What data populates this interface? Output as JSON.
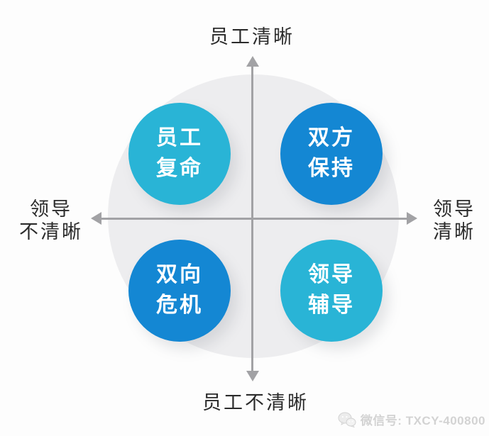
{
  "diagram": {
    "axis_labels": {
      "top": "员工清晰",
      "bottom": "员工不清晰",
      "left_line1": "领导",
      "left_line2": "不清晰",
      "right_line1": "领导",
      "right_line2": "清晰"
    },
    "quadrants": [
      {
        "position": "top-left",
        "line1": "员工",
        "line2": "复命",
        "color": "#29b4d6"
      },
      {
        "position": "top-right",
        "line1": "双方",
        "line2": "保持",
        "color": "#1487d3"
      },
      {
        "position": "bottom-left",
        "line1": "双向",
        "line2": "危机",
        "color": "#1487d3"
      },
      {
        "position": "bottom-right",
        "line1": "领导",
        "line2": "辅导",
        "color": "#29b4d6"
      }
    ],
    "colors": {
      "cyan_bubble": "#29b4d6",
      "blue_bubble": "#1487d3",
      "axis_gray": "#a2a2a5",
      "background_disc": "#ededef",
      "label_text": "#2b2b2b"
    }
  },
  "watermark": {
    "icon": "wechat-icon",
    "text": "微信号: TXCY-400800"
  }
}
